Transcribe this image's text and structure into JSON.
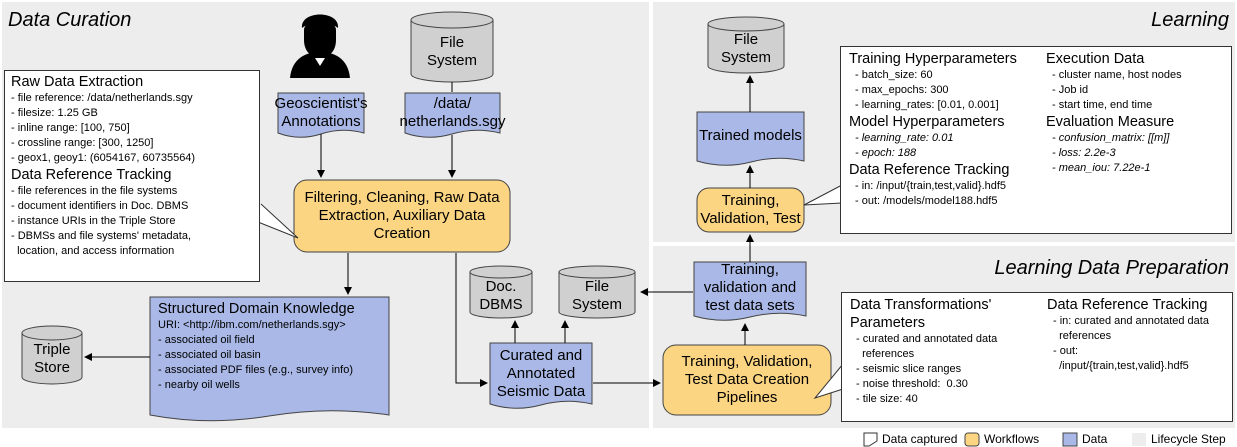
{
  "panels": {
    "data_curation": "Data Curation",
    "learning": "Learning",
    "learning_data_prep": "Learning Data Preparation"
  },
  "nodes": {
    "geo_annotations": "Geoscientist's Annotations",
    "netherlands_file": "/data/ netherlands.sgy",
    "file_system_top": "File System",
    "filtering": "Filtering, Cleaning, Raw Data Extraction, Auxiliary Data Creation",
    "triple_store": "Triple Store",
    "doc_dbms": "Doc. DBMS",
    "file_system_mid": "File System",
    "curated": "Curated and Annotated Seismic Data",
    "file_system_learn": "File System",
    "trained_models": "Trained models",
    "training": "Training, Validation, Test",
    "data_sets": "Training, validation and test data sets",
    "pipelines": "Training, Validation, Test Data Creation Pipelines"
  },
  "raw_data_box": {
    "title": "Raw Data Extraction",
    "items": [
      "- file reference: /data/netherlands.sgy",
      "- filesize: 1.25 GB",
      "- inline range: [100, 750]",
      "- crossline range: [300, 1250]",
      "- geox1, geoy1: (6054167, 60735564)"
    ],
    "title2": "Data Reference Tracking",
    "items2": [
      "- file references in the file systems",
      "- document identifiers in Doc. DBMS",
      "- instance URIs in the Triple Store",
      "- DBMSs and file systems' metadata,",
      "  location, and access information"
    ]
  },
  "structured_knowledge": {
    "title": "Structured Domain Knowledge",
    "uri": "URI: <http://ibm.com/netherlands.sgy>",
    "items": [
      "- associated oil field",
      "- associated oil basin",
      "- associated PDF files (e.g., survey info)",
      "- nearby oil wells"
    ]
  },
  "learning_box": {
    "hyper_title": "Training Hyperparameters",
    "hyper_items": [
      "- batch_size: 60",
      "- max_epochs: 300",
      "- learning_rates: [0.01, 0.001]"
    ],
    "model_title": "Model Hyperparameters",
    "model_items": [
      "- learning_rate: 0.01",
      "- epoch: 188"
    ],
    "track_title": "Data Reference Tracking",
    "track_items": [
      "- in: /input/{train,test,valid}.hdf5",
      "- out: /models/model188.hdf5"
    ],
    "exec_title": "Execution Data",
    "exec_items": [
      "- cluster name, host nodes",
      "- Job id",
      "- start time, end time"
    ],
    "eval_title": "Evaluation Measure",
    "eval_items": [
      "- confusion_matrix: [[m]]",
      "- loss: 2.2e-3",
      "- mean_iou: 7.22e-1"
    ]
  },
  "prep_box": {
    "trans_title": "Data Transformations' Parameters",
    "trans_items": [
      "- curated and annotated data",
      "  references",
      "- seismic slice ranges",
      "- noise threshold:  0.30",
      "- tile size: 40"
    ],
    "track_title": "Data Reference Tracking",
    "track_items": [
      "- in: curated and annotated data",
      "  references",
      "- out:",
      "  /input/{train,test,valid}.hdf5"
    ]
  },
  "legend": {
    "captured": "Data captured",
    "workflows": "Workflows",
    "data": "Data",
    "lifecycle": "Lifecycle Step"
  },
  "colors": {
    "panel": "#ededed",
    "workflow": "#fcd583",
    "data": "#a9b8e6",
    "cylinder": "#d0d0d0"
  }
}
